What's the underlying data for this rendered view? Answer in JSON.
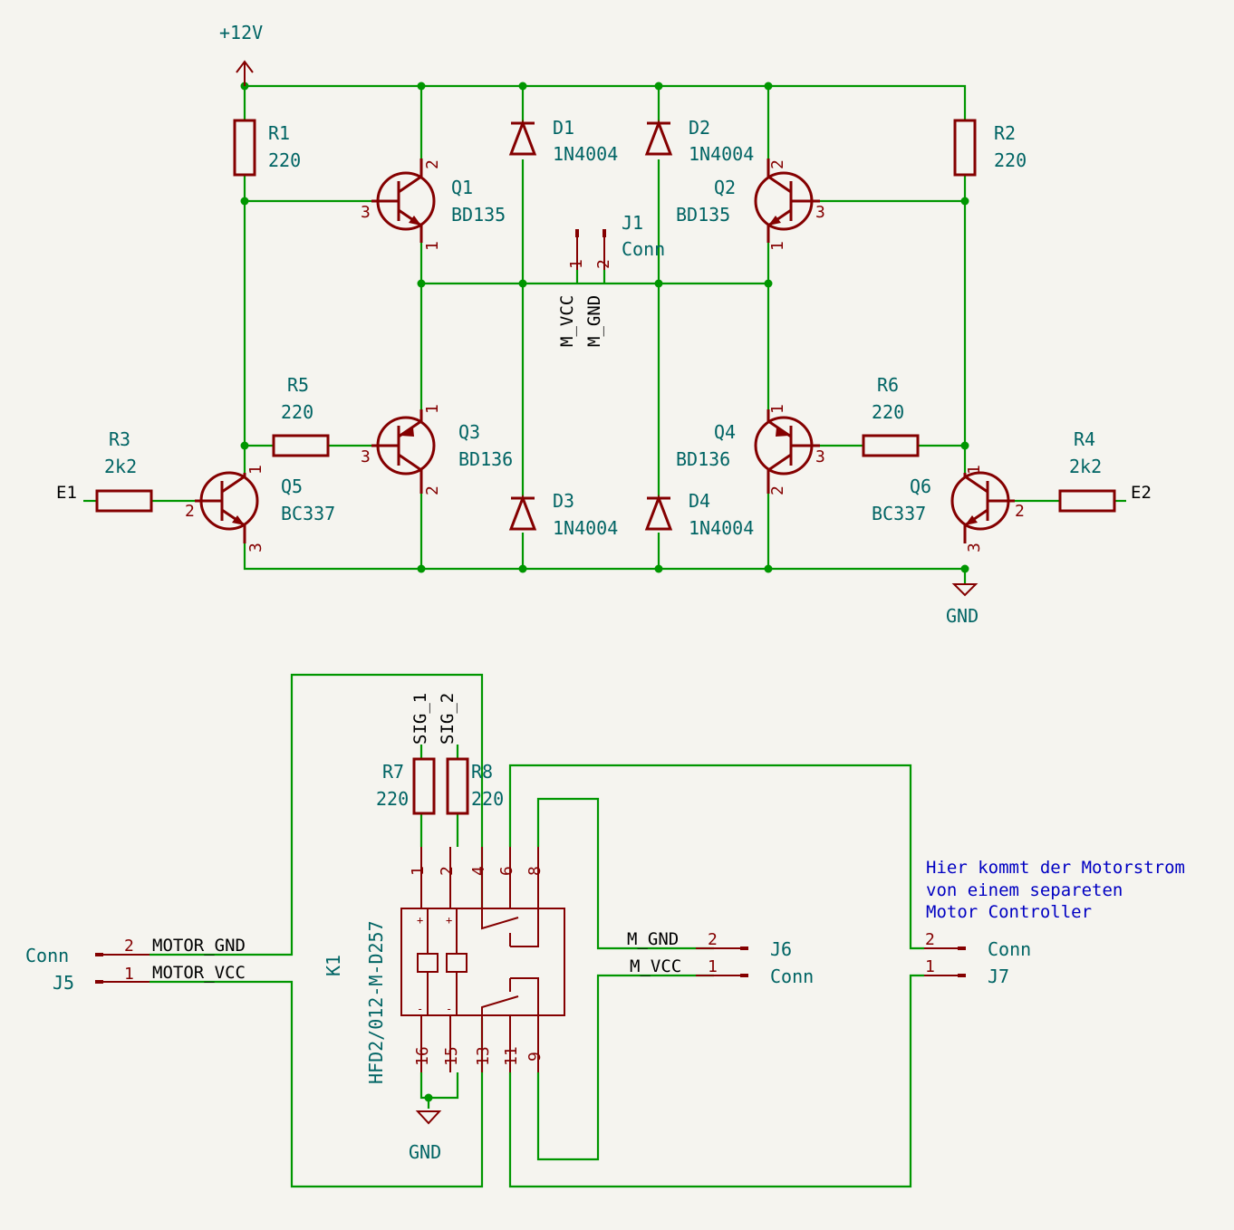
{
  "power": {
    "vcc": "+12V",
    "gnd": "GND",
    "gnd2": "GND"
  },
  "resistors": [
    {
      "ref": "R1",
      "value": "220"
    },
    {
      "ref": "R2",
      "value": "220"
    },
    {
      "ref": "R3",
      "value": "2k2"
    },
    {
      "ref": "R4",
      "value": "2k2"
    },
    {
      "ref": "R5",
      "value": "220"
    },
    {
      "ref": "R6",
      "value": "220"
    },
    {
      "ref": "R7",
      "value": "220"
    },
    {
      "ref": "R8",
      "value": "220"
    }
  ],
  "diodes": [
    {
      "ref": "D1",
      "value": "1N4004"
    },
    {
      "ref": "D2",
      "value": "1N4004"
    },
    {
      "ref": "D3",
      "value": "1N4004"
    },
    {
      "ref": "D4",
      "value": "1N4004"
    }
  ],
  "transistors": [
    {
      "ref": "Q1",
      "value": "BD135"
    },
    {
      "ref": "Q2",
      "value": "BD135"
    },
    {
      "ref": "Q3",
      "value": "BD136"
    },
    {
      "ref": "Q4",
      "value": "BD136"
    },
    {
      "ref": "Q5",
      "value": "BC337"
    },
    {
      "ref": "Q6",
      "value": "BC337"
    }
  ],
  "connectors": [
    {
      "ref": "J1",
      "value": "Conn"
    },
    {
      "ref": "J5",
      "value": "Conn"
    },
    {
      "ref": "J6",
      "value": "Conn"
    },
    {
      "ref": "J7",
      "value": "Conn"
    }
  ],
  "relay": {
    "ref": "K1",
    "value": "HFD2/012-M-D257"
  },
  "nets": {
    "e1": "E1",
    "e2": "E2",
    "m_vcc": "M_VCC",
    "m_gnd": "M_GND",
    "motor_gnd": "MOTOR_GND",
    "motor_vcc": "MOTOR_VCC",
    "sig1": "SIG_1",
    "sig2": "SIG_2",
    "m_gnd_out": "M_GND",
    "m_vcc_out": "M_VCC"
  },
  "note": {
    "line1": "Hier kommt der Motorstrom",
    "line2": "von einem separeten",
    "line3": "Motor Controller"
  },
  "pins": {
    "p1": "1",
    "p2": "2",
    "p3": "3",
    "p4": "4",
    "p6": "6",
    "p8": "8",
    "p9": "9",
    "p11": "11",
    "p13": "13",
    "p15": "15",
    "p16": "16"
  }
}
